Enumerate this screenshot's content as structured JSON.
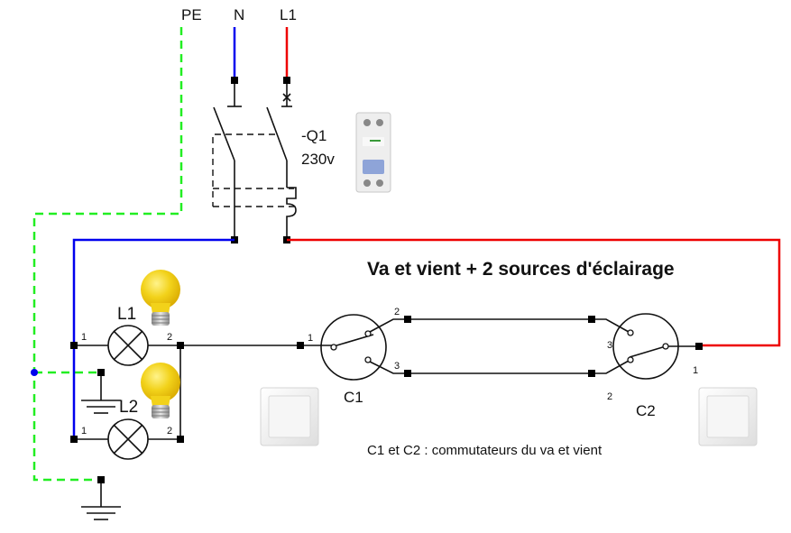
{
  "title": "Va et vient + 2 sources d'éclairage",
  "caption": "C1 et C2 : commutateurs du va et vient",
  "supply": {
    "pe_label": "PE",
    "n_label": "N",
    "l1_label": "L1"
  },
  "breaker": {
    "name": "-Q1",
    "rating": "230v"
  },
  "lamps": [
    {
      "name": "L1",
      "terminal_1": "1",
      "terminal_2": "2"
    },
    {
      "name": "L2",
      "terminal_1": "1",
      "terminal_2": "2"
    }
  ],
  "switches": [
    {
      "name": "C1",
      "terminals": {
        "common": "1",
        "a": "2",
        "b": "3"
      }
    },
    {
      "name": "C2",
      "terminals": {
        "common": "1",
        "a": "3",
        "b": "2"
      }
    }
  ],
  "colors": {
    "phase": "#ee0000",
    "neutral": "#0000ee",
    "earth": "#22ee22",
    "bulb": "#f2d21a"
  }
}
